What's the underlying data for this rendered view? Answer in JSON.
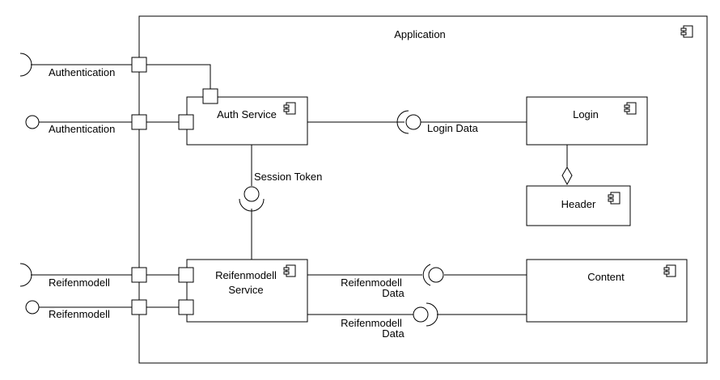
{
  "diagram": {
    "container": {
      "label": "Application"
    },
    "components": {
      "auth_service": {
        "label": "Auth Service"
      },
      "login": {
        "label": "Login"
      },
      "header": {
        "label": "Header"
      },
      "reifenmodell_service": {
        "label_line1": "Reifenmodell",
        "label_line2": "Service"
      },
      "content": {
        "label": "Content"
      }
    },
    "external_interfaces": [
      {
        "label": "Authentication",
        "kind": "required"
      },
      {
        "label": "Authentication",
        "kind": "provided"
      },
      {
        "label": "Reifenmodell",
        "kind": "required"
      },
      {
        "label": "Reifenmodell",
        "kind": "provided"
      }
    ],
    "connections": {
      "login_data": {
        "label": "Login Data"
      },
      "session_token": {
        "label": "Session Token"
      },
      "reifenmodell_data_top": {
        "line1": "Reifenmodell",
        "line2": "Data"
      },
      "reifenmodell_data_bottom": {
        "line1": "Reifenmodell",
        "line2": "Data"
      }
    }
  }
}
